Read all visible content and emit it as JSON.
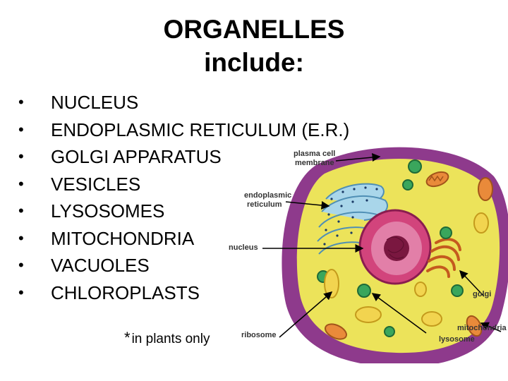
{
  "title": {
    "line1": "ORGANELLES",
    "line2": "include:"
  },
  "bullet_items": [
    "NUCLEUS",
    "ENDOPLASMIC RETICULUM (E.R.)",
    "GOLGI APPARATUS",
    "VESICLES",
    "LYSOSOMES",
    "MITOCHONDRIA",
    "VACUOLES",
    "CHLOROPLASTS"
  ],
  "bullet_glyph": "•",
  "footnote": {
    "star": "*",
    "text": "in plants only"
  },
  "diagram_labels": {
    "plasma_cell": "plasma cell",
    "membrane": "membrane",
    "endoplasmic": "endoplasmic",
    "reticulum": "reticulum",
    "nucleus": "nucleus",
    "golgi": "golgi",
    "ribosome": "ribosome",
    "mitochondria": "mitochondria",
    "lysosome": "lysosome"
  },
  "colors": {
    "membrane": "#8e3a8c",
    "cytoplasm": "#ece35a",
    "nucleus": "#d2447c",
    "er": "#79b9d8",
    "mitochondria": "#e98a3a",
    "chloroplast": "#3aa65c",
    "vacuole": "#e6c33c"
  }
}
